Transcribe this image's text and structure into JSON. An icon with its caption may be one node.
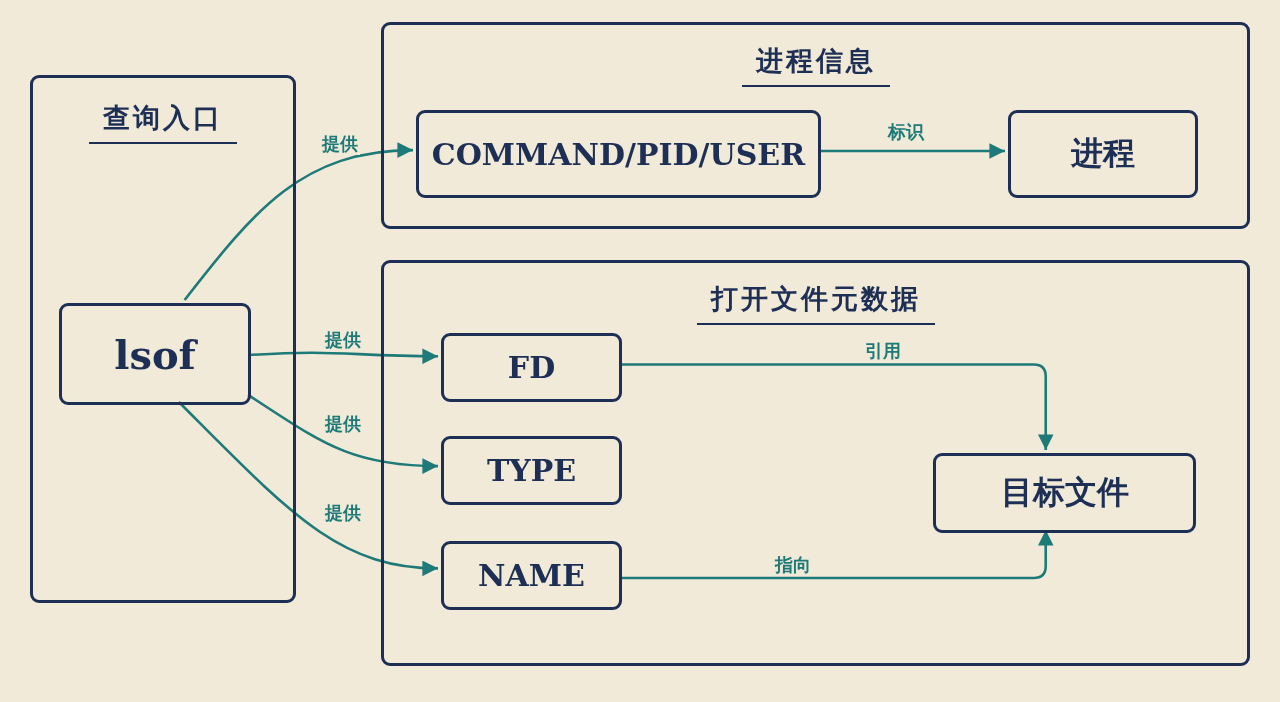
{
  "diagram": {
    "nodes": [
      {
        "text": [
          "查询入口"
        ]
      },
      {
        "text": [
          "lsof"
        ],
        "in": 0
      },
      {
        "text": [
          "进程信息"
        ]
      },
      {
        "text": [
          "COMMAND/PID/USER"
        ],
        "in": 2
      },
      {
        "text": [
          "进程"
        ],
        "in": 2
      },
      {
        "text": [
          "打开文件元数据"
        ]
      },
      {
        "text": [
          "FD"
        ],
        "in": 5
      },
      {
        "text": [
          "TYPE"
        ],
        "in": 5
      },
      {
        "text": [
          "NAME"
        ],
        "in": 5
      },
      {
        "text": [
          "目标文件"
        ],
        "in": 5
      }
    ],
    "edges": [
      {
        "from": 1,
        "to": 3,
        "arrow": "to",
        "label": "提供"
      },
      {
        "from": 1,
        "to": 6,
        "arrow": "to",
        "label": "提供"
      },
      {
        "from": 1,
        "to": 7,
        "arrow": "to",
        "label": "提供"
      },
      {
        "from": 1,
        "to": 8,
        "arrow": "to",
        "label": "提供"
      },
      {
        "from": 3,
        "to": 4,
        "arrow": "to",
        "label": "标识"
      },
      {
        "from": 6,
        "to": 9,
        "arrow": "to",
        "label": "引用"
      },
      {
        "from": 8,
        "to": 9,
        "arrow": "to",
        "label": "指向"
      }
    ]
  }
}
